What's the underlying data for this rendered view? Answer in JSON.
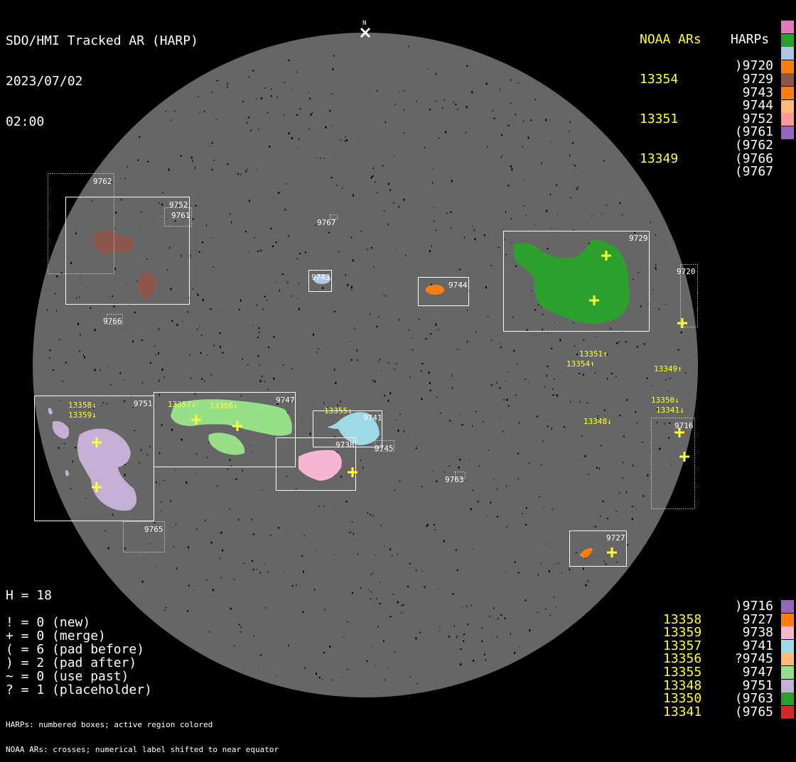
{
  "header": {
    "title": "SDO/HMI Tracked AR (HARP)",
    "date": "2023/07/02",
    "time": "02:00",
    "north": "N"
  },
  "legend_top": {
    "noaa_title": "NOAA ARs",
    "harps_title": "HARPs",
    "noaa": [
      "13354",
      "13351",
      "13349"
    ],
    "harps": [
      {
        "label": ")9720",
        "color": "#e377c2"
      },
      {
        "label": "9729",
        "color": "#2ca02c"
      },
      {
        "label": "9743",
        "color": "#aec7e8"
      },
      {
        "label": "9744",
        "color": "#ff7f0e"
      },
      {
        "label": "9752",
        "color": "#8c564b"
      },
      {
        "label": "(9761",
        "color": "#ff7f0e"
      },
      {
        "label": "(9762",
        "color": "#ffbb78"
      },
      {
        "label": "(9766",
        "color": "#ff9896"
      },
      {
        "label": "(9767",
        "color": "#9467bd"
      }
    ]
  },
  "legend_bottom": {
    "noaa": [
      "",
      "13358",
      "13359",
      "13357",
      "13356",
      "13355",
      "13348",
      "13350",
      "13341"
    ],
    "harps": [
      {
        "label": ")9716",
        "color": "#9467bd"
      },
      {
        "label": "9727",
        "color": "#ff7f0e"
      },
      {
        "label": "9738",
        "color": "#f7b6d2"
      },
      {
        "label": "9741",
        "color": "#9edae5"
      },
      {
        "label": "?9745",
        "color": "#ffbb78"
      },
      {
        "label": "9747",
        "color": "#98df8a"
      },
      {
        "label": "9751",
        "color": "#c5b0d5"
      },
      {
        "label": "(9763",
        "color": "#2ca02c"
      },
      {
        "label": "(9765",
        "color": "#d62728"
      }
    ]
  },
  "stats": {
    "count": "H = 18",
    "lines": [
      "! = 0 (new)",
      "+ = 0 (merge)",
      "( = 6 (pad before)",
      ") = 2 (pad after)",
      "~ = 0 (use past)",
      "? = 1 (placeholder)"
    ]
  },
  "footnotes": [
    "HARPs: numbered boxes; active region colored",
    "NOAA ARs: crosses; numerical label shifted to near equator"
  ],
  "disk": {
    "harp_labels": {
      "h9762": "9762",
      "h9752": "9752",
      "h9761": "9761",
      "h9767": "9767",
      "h9743": "9743",
      "h9744": "9744",
      "h9729": "9729",
      "h9720": "9720",
      "h9766": "9766",
      "h9751": "9751",
      "h9747": "9747",
      "h9741": "9741",
      "h9738": "9738",
      "h9745": "9745",
      "h9716": "9716",
      "h9763": "9763",
      "h9765": "9765",
      "h9727": "9727"
    },
    "noaa_labels": {
      "n13358": "13358↓",
      "n13359": "13359↓",
      "n13357": "13357↓",
      "n13356": "13356↓",
      "n13355": "13355↓",
      "n13351": "13351↑",
      "n13354": "13354↑",
      "n13349": "13349↑",
      "n13350": "13350↓",
      "n13341": "13341↓",
      "n13348": "13348↓"
    }
  },
  "colors": {
    "disk": "#666666",
    "noaa": "#ffff33",
    "box": "#ffffff"
  }
}
